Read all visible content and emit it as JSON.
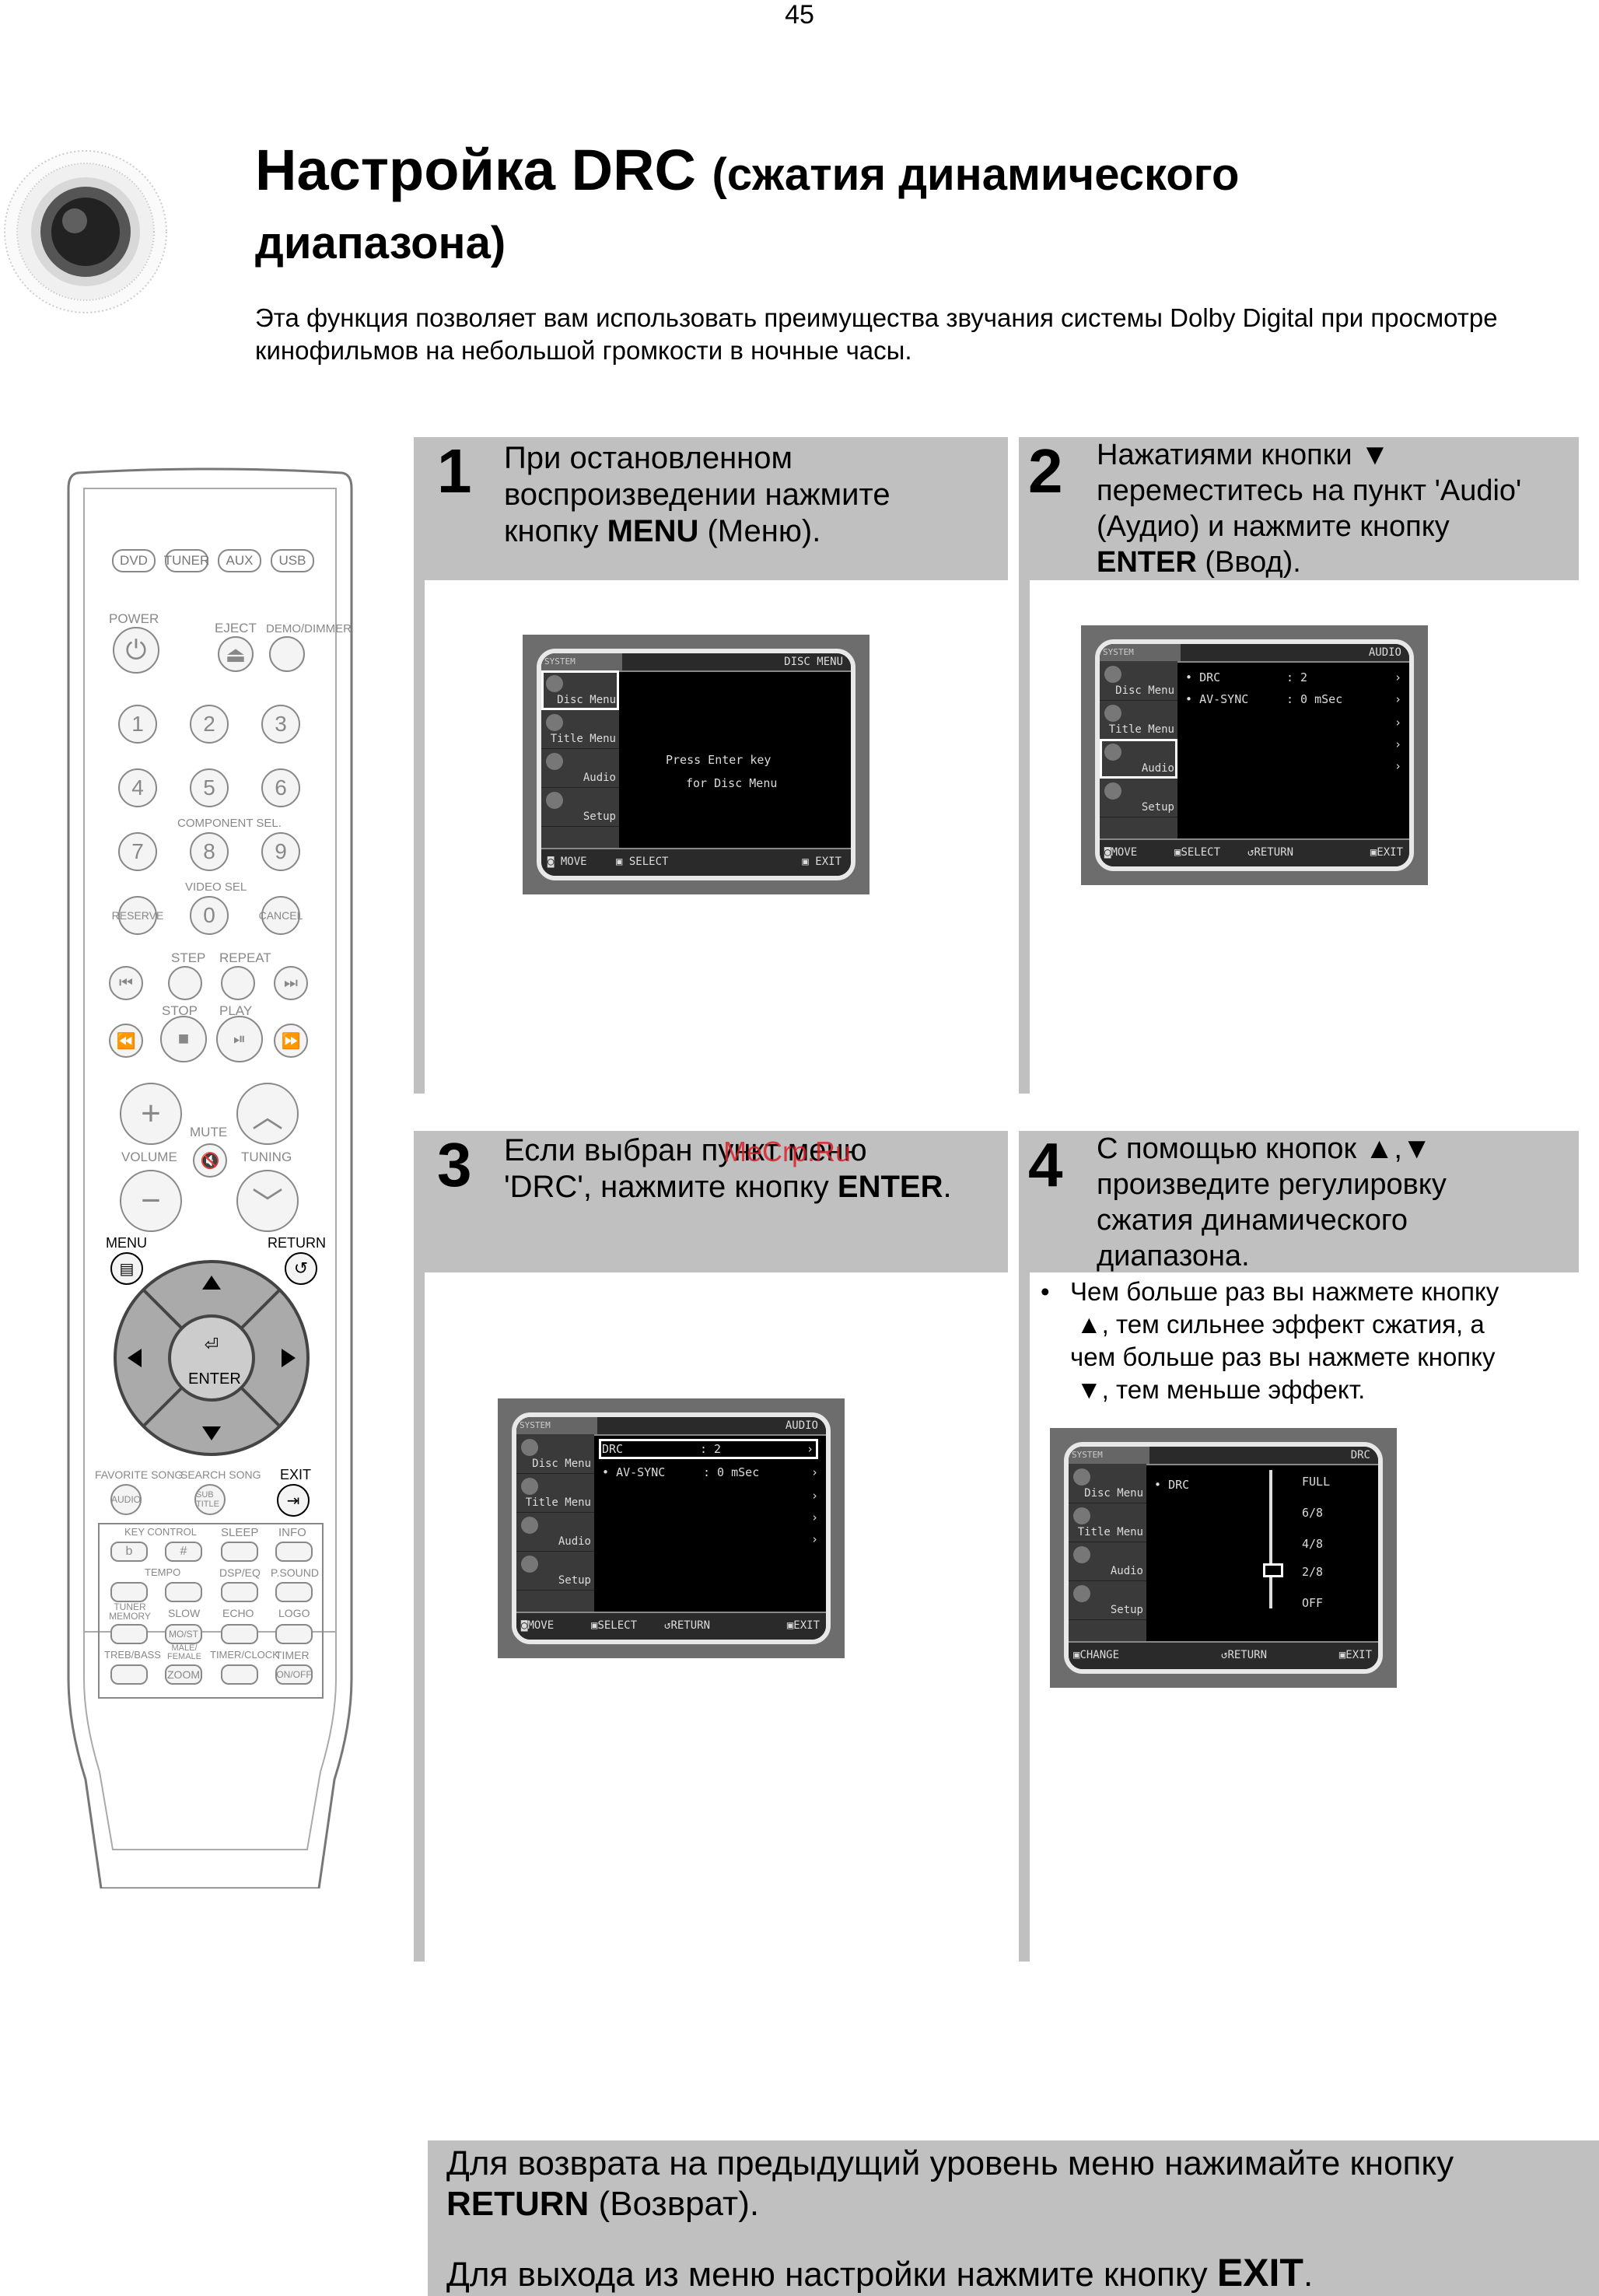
{
  "page_number": "45",
  "title": {
    "main": "Настройка DRC",
    "sub": "(сжатия динамического",
    "line2": "диапазона)"
  },
  "intro": "Эта функция позволяет вам использовать преимущества звучания системы Dolby Digital при просмотре кинофильмов на небольшой громкости в ночные часы.",
  "remote": {
    "sources": [
      "DVD",
      "TUNER",
      "AUX",
      "USB"
    ],
    "power": "POWER",
    "eject": "EJECT",
    "demo": "DEMO/DIMMER",
    "digits": [
      "1",
      "2",
      "3",
      "4",
      "5",
      "6",
      "7",
      "8",
      "9",
      "0"
    ],
    "component_sel": "COMPONENT SEL.",
    "video_sel": "VIDEO SEL",
    "reserve": "RESERVE",
    "cancel": "CANCEL",
    "step": "STEP",
    "repeat": "REPEAT",
    "stop": "STOP",
    "play": "PLAY",
    "volume": "VOLUME",
    "mute": "MUTE",
    "tuning": "TUNING",
    "menu": "MENU",
    "return": "RETURN",
    "enter": "ENTER",
    "favorite_song": "FAVORITE SONG",
    "search_song": "SEARCH SONG",
    "exit": "EXIT",
    "audio": "AUDIO",
    "subtitle": "SUB TITLE",
    "key_control": "KEY CONTROL",
    "sleep": "SLEEP",
    "info": "INFO",
    "tempo": "TEMPO",
    "dsp_eq": "DSP/EQ",
    "p_sound": "P.SOUND",
    "tuner_memory": "TUNER MEMORY",
    "slow": "SLOW",
    "echo": "ECHO",
    "logo": "LOGO",
    "mo_st": "MO/ST",
    "treb_bass": "TREB/BASS",
    "male_female": "MALE/ FEMALE",
    "timer_clock": "TIMER/CLOCK",
    "timer": "TIMER",
    "zoom": "ZOOM",
    "on_off": "ON/OFF",
    "flat": "b",
    "sharp": "#"
  },
  "steps": [
    {
      "num": "1",
      "lines": [
        "При остановленном",
        "воспроизведении нажмите"
      ],
      "pre": "кнопку ",
      "bold": "MENU",
      "post": " (Меню)."
    },
    {
      "num": "2",
      "lines": [
        "Нажатиями кнопки ▼",
        "переместитесь на пункт 'Audio'",
        "(Аудио) и нажмите кнопку"
      ],
      "pre": "",
      "bold": "ENTER",
      "post": " (Ввод)."
    },
    {
      "num": "3",
      "lines": [
        "Если выбран пункт меню"
      ],
      "pre": "'DRC', нажмите кнопку ",
      "bold": "ENTER",
      "post": ".",
      "watermark": "MeCrp.Ru"
    },
    {
      "num": "4",
      "lines": [
        "С помощью кнопок ▲,▼",
        "произведите регулировку",
        "сжатия динамического",
        "диапазона."
      ]
    }
  ],
  "step4_note": [
    "Чем больше раз вы нажмете кнопку",
    "▲, тем сильнее эффект сжатия, а",
    "чем больше раз вы нажмете кнопку",
    "▼, тем меньше эффект."
  ],
  "osd": {
    "brand": "SYSTEM",
    "disc_menu_title": "DISC MENU",
    "audio_title": "AUDIO",
    "drc_title": "DRC",
    "side": [
      "Disc Menu",
      "Title Menu",
      "Audio",
      "Setup"
    ],
    "press_enter": "Press Enter key",
    "for_disc_menu": "for Disc Menu",
    "move": "MOVE",
    "select": "SELECT",
    "exit": "EXIT",
    "return": "RETURN",
    "change": "CHANGE",
    "drc_label": "DRC",
    "drc_value": ": 2",
    "avsync_label": "AV-SYNC",
    "avsync_value": ": 0 mSec",
    "drc_levels": [
      "FULL",
      "6/8",
      "4/8",
      "2/8",
      "OFF"
    ]
  },
  "bottom": {
    "line1": "Для возврата на предыдущий уровень меню нажимайте кнопку",
    "return_bold": "RETURN",
    "return_post": " (Возврат).",
    "line2_pre": "Для выхода из меню настройки нажмите кнопку ",
    "exit_bold": "EXIT",
    "line2_post": "."
  }
}
